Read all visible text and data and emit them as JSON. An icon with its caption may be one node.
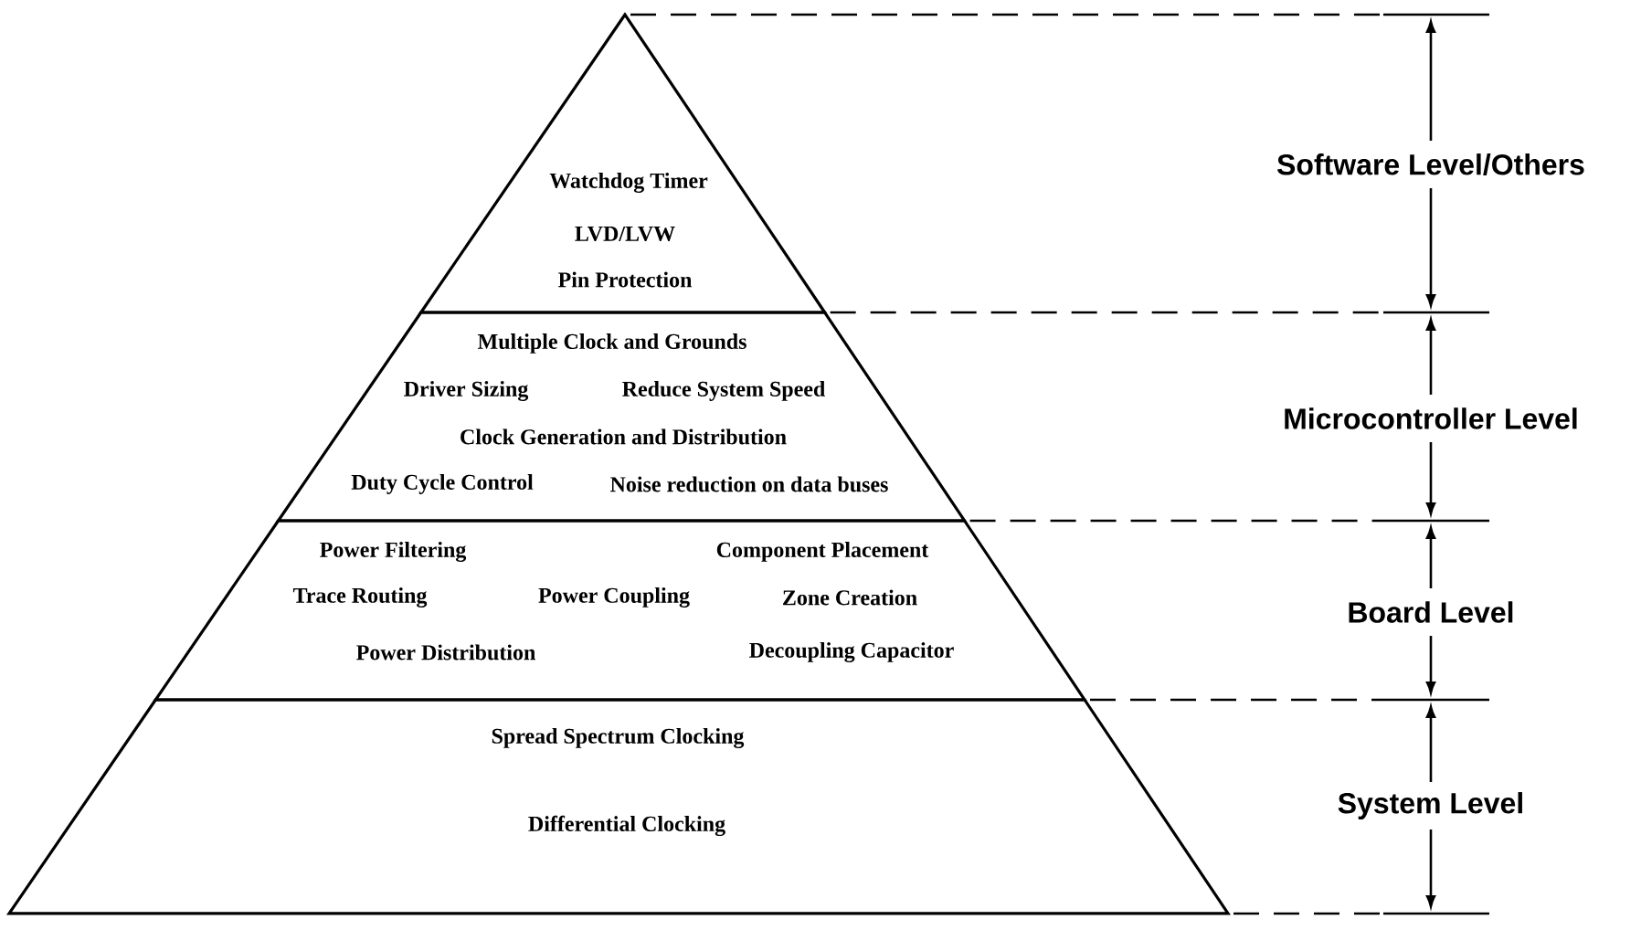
{
  "diagram": {
    "nodes": [
      {
        "text": [
          "Watchdog Timer",
          "LVD/LVW",
          "Pin Protection"
        ]
      },
      {
        "text": [
          "Multiple Clock and Grounds",
          "Driver Sizing",
          "Reduce System Speed",
          "Clock Generation and Distribution",
          "Duty Cycle Control",
          "Noise reduction on data buses"
        ]
      },
      {
        "text": [
          "Power Filtering",
          "Component Placement",
          "Trace Routing",
          "Power Coupling",
          "Zone Creation",
          "Power Distribution",
          "Decoupling Capacitor"
        ]
      },
      {
        "text": [
          "Spread Spectrum Clocking",
          "Differential Clocking"
        ]
      }
    ],
    "labels": [
      "Software Level/Others",
      "Microcontroller Level",
      "Board Level",
      "System Level"
    ]
  }
}
